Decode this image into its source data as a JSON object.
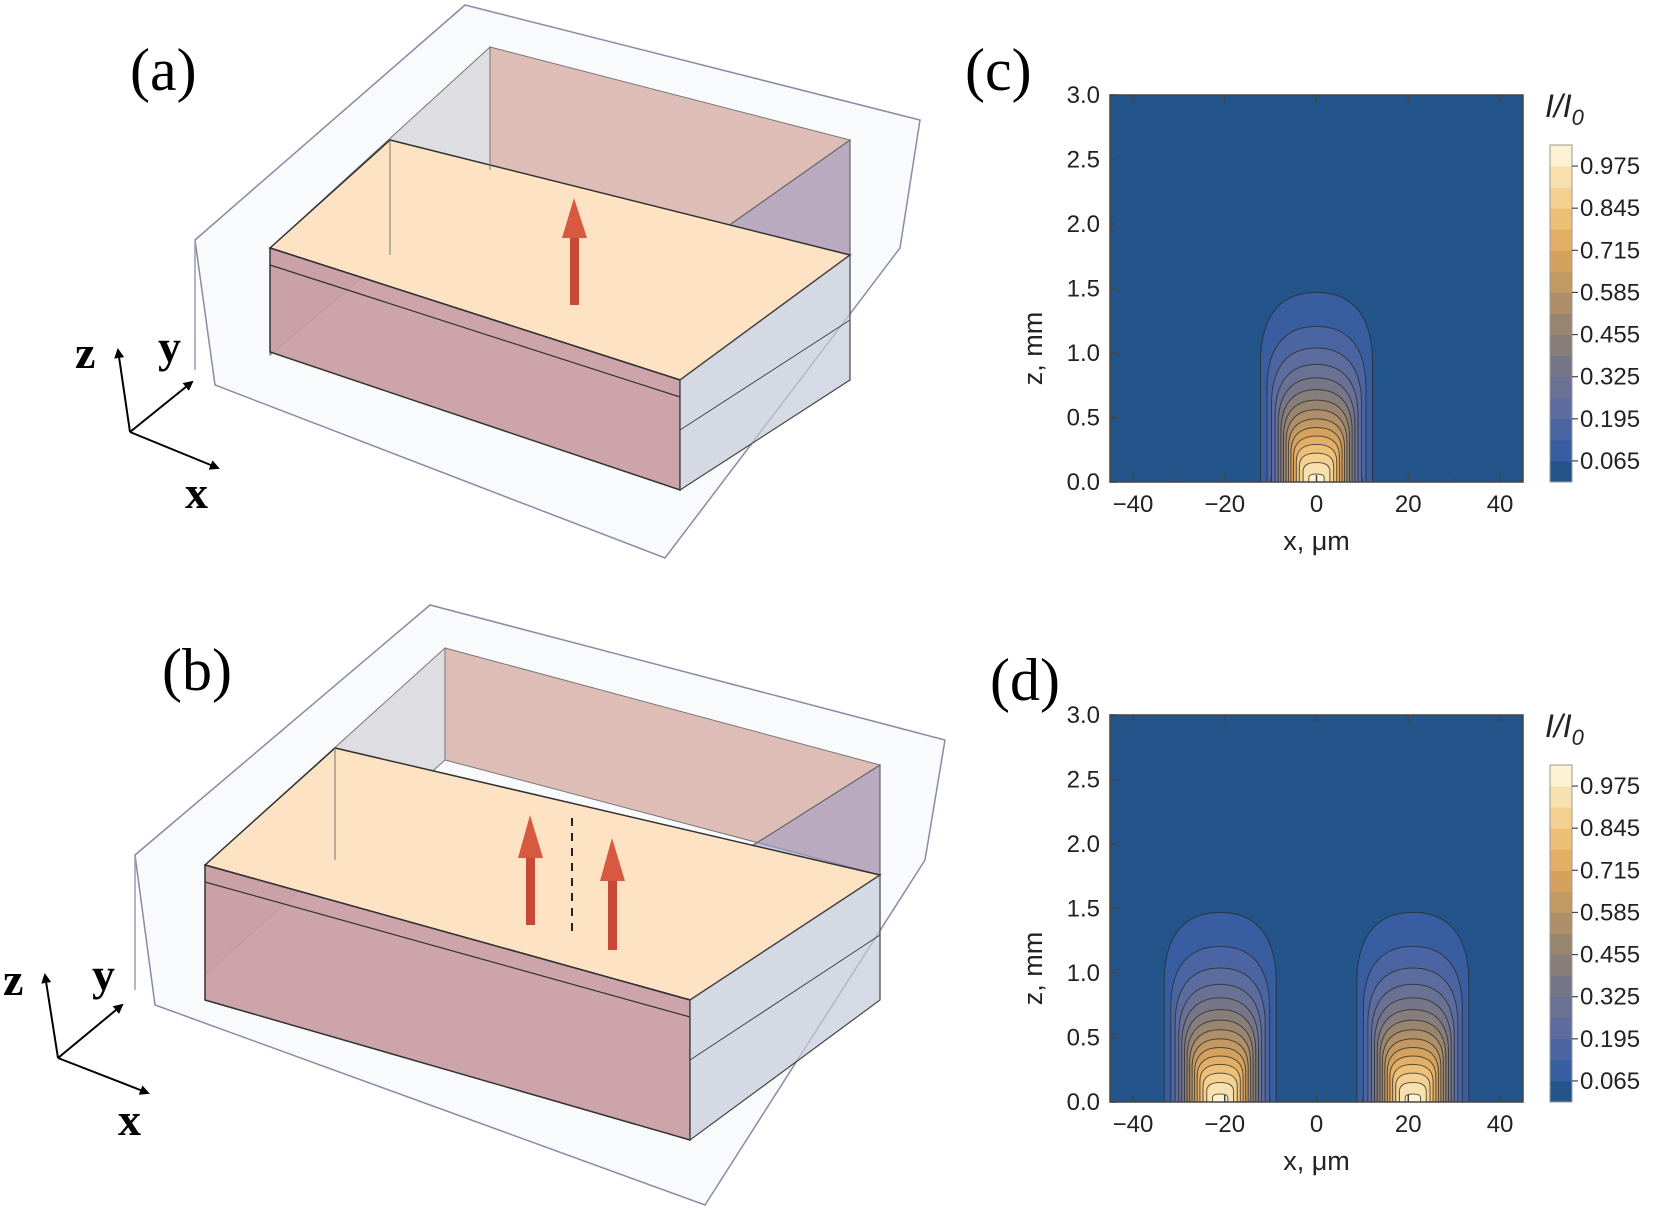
{
  "panels": {
    "a": {
      "label": "(a)"
    },
    "b": {
      "label": "(b)"
    },
    "c": {
      "label": "(c)"
    },
    "d": {
      "label": "(d)"
    }
  },
  "axes_glyphs": {
    "z": "z",
    "y": "y",
    "x": "x"
  },
  "colors": {
    "background_field": "#23548a",
    "outer_box_edge": "#8a8aa6",
    "top_surface": "#fde3c4",
    "front_face": "#c99aa2",
    "back_face": "#d9b2aa",
    "side_face": "#9b9bc8",
    "beam_arrow": "#c84a35"
  },
  "chart_data": [
    {
      "panel": "c",
      "type": "heatmap",
      "subtype": "contour",
      "xlabel": "x, μm",
      "ylabel": "z, mm",
      "xlim": [
        -45,
        45
      ],
      "ylim": [
        0,
        3.0
      ],
      "xticks": [
        -40,
        -20,
        0,
        20,
        40
      ],
      "xtick_labels": [
        "−40",
        "−20",
        "0",
        "20",
        "40"
      ],
      "yticks": [
        0.0,
        0.5,
        1.0,
        1.5,
        2.0,
        2.5,
        3.0
      ],
      "ytick_labels": [
        "0.0",
        "0.5",
        "1.0",
        "1.5",
        "2.0",
        "2.5",
        "3.0"
      ],
      "beams_x_centers": [
        0
      ],
      "contour_levels": [
        0.065,
        0.13,
        0.195,
        0.26,
        0.325,
        0.39,
        0.455,
        0.52,
        0.585,
        0.65,
        0.715,
        0.78,
        0.845,
        0.91,
        0.975
      ],
      "colorbar": {
        "title_main": "I/I",
        "title_sub": "0",
        "tick_values": [
          0.065,
          0.195,
          0.325,
          0.455,
          0.585,
          0.715,
          0.845,
          0.975
        ],
        "tick_labels": [
          "0.065",
          "0.195",
          "0.325",
          "0.455",
          "0.585",
          "0.715",
          "0.845",
          "0.975"
        ]
      }
    },
    {
      "panel": "d",
      "type": "heatmap",
      "subtype": "contour",
      "xlabel": "x, μm",
      "ylabel": "z, mm",
      "xlim": [
        -45,
        45
      ],
      "ylim": [
        0,
        3.0
      ],
      "xticks": [
        -40,
        -20,
        0,
        20,
        40
      ],
      "xtick_labels": [
        "−40",
        "−20",
        "0",
        "20",
        "40"
      ],
      "yticks": [
        0.0,
        0.5,
        1.0,
        1.5,
        2.0,
        2.5,
        3.0
      ],
      "ytick_labels": [
        "0.0",
        "0.5",
        "1.0",
        "1.5",
        "2.0",
        "2.5",
        "3.0"
      ],
      "beams_x_centers": [
        -21,
        21
      ],
      "contour_levels": [
        0.065,
        0.13,
        0.195,
        0.26,
        0.325,
        0.39,
        0.455,
        0.52,
        0.585,
        0.65,
        0.715,
        0.78,
        0.845,
        0.91,
        0.975
      ],
      "colorbar": {
        "title_main": "I/I",
        "title_sub": "0",
        "tick_values": [
          0.065,
          0.195,
          0.325,
          0.455,
          0.585,
          0.715,
          0.845,
          0.975
        ],
        "tick_labels": [
          "0.065",
          "0.195",
          "0.325",
          "0.455",
          "0.585",
          "0.715",
          "0.845",
          "0.975"
        ]
      }
    }
  ]
}
